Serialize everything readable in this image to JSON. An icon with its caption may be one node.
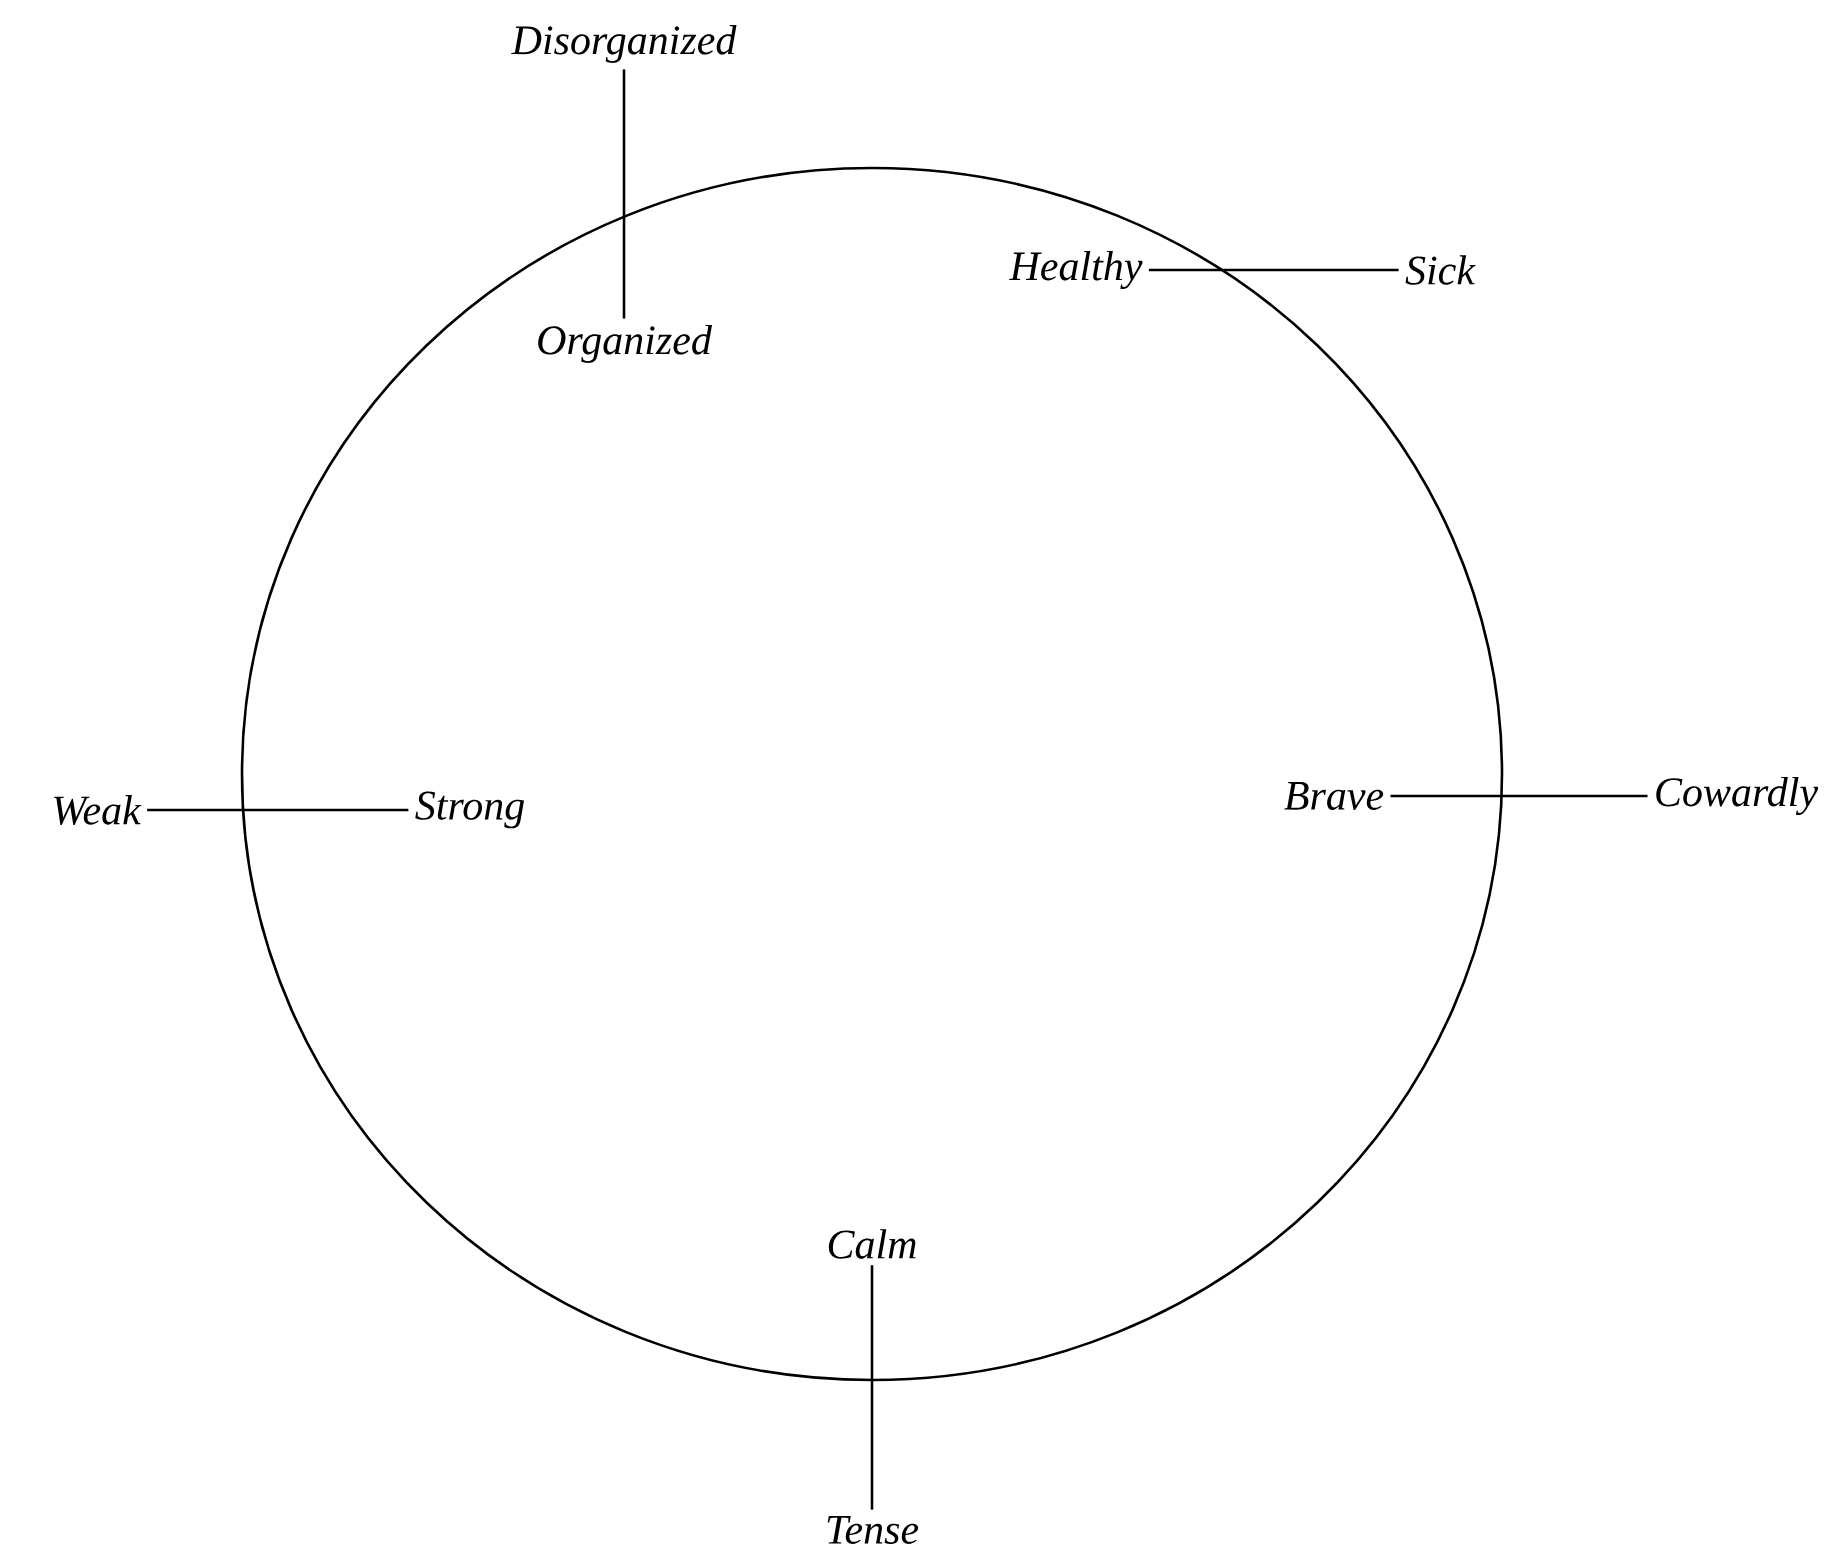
{
  "diagram": {
    "nodes": [
      {
        "text": [
          "Disorganized"
        ]
      },
      {
        "text": [
          "Organized"
        ]
      },
      {
        "text": [
          "Healthy"
        ]
      },
      {
        "text": [
          "Sick"
        ]
      },
      {
        "text": [
          "Weak"
        ]
      },
      {
        "text": [
          "Strong"
        ]
      },
      {
        "text": [
          "Brave"
        ]
      },
      {
        "text": [
          "Cowardly"
        ]
      },
      {
        "text": [
          "Calm"
        ]
      },
      {
        "text": [
          "Tense"
        ]
      }
    ],
    "edges": [
      {
        "from": 0,
        "to": 1,
        "arrow": "none"
      },
      {
        "from": 2,
        "to": 3,
        "arrow": "none"
      },
      {
        "from": 4,
        "to": 5,
        "arrow": "none"
      },
      {
        "from": 6,
        "to": 7,
        "arrow": "none"
      },
      {
        "from": 8,
        "to": 9,
        "arrow": "none"
      }
    ]
  }
}
